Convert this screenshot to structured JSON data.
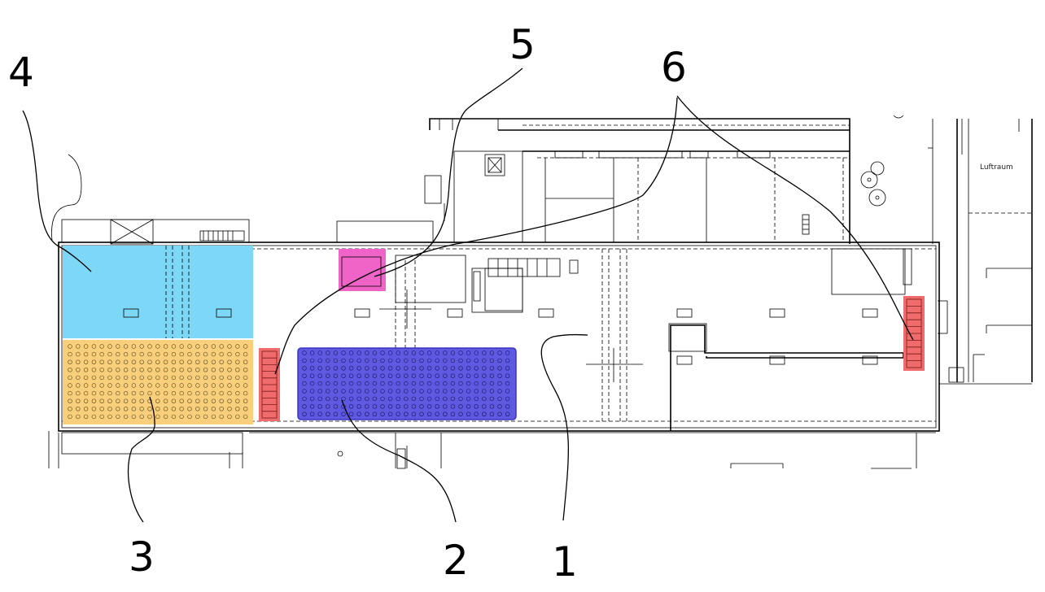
{
  "callouts": {
    "c1": "1",
    "c2": "2",
    "c3": "3",
    "c4": "4",
    "c5": "5",
    "c6": "6"
  },
  "plan_label": "Luftraum",
  "colors": {
    "zone4_cyan": "#7dd8f7",
    "zone3_orange": "#f9cf7b",
    "zone2_blue": "#5f58e0",
    "zone5_pink": "#f064c8",
    "zone6_red": "#f06b6b"
  }
}
